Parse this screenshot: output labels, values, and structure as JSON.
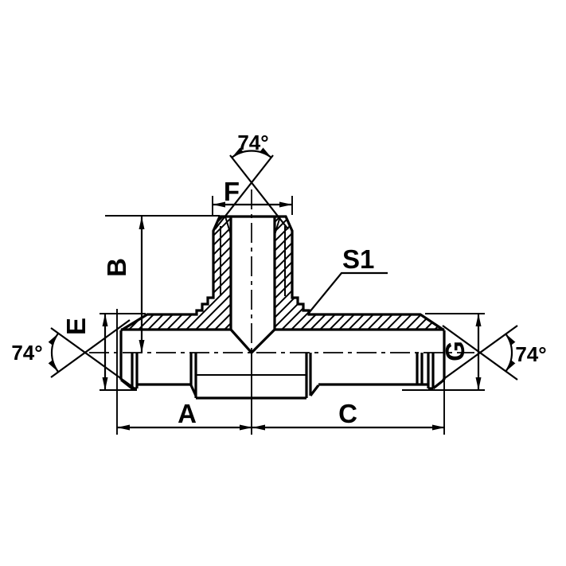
{
  "drawing": {
    "labels": {
      "angle_top": "74°",
      "angle_left": "74°",
      "angle_right": "74°",
      "dim_f": "F",
      "dim_b": "B",
      "dim_e": "E",
      "dim_g": "G",
      "dim_a": "A",
      "dim_c": "C",
      "wrench_flat": "S1"
    },
    "colors": {
      "line": "#000000",
      "background": "#ffffff"
    }
  }
}
